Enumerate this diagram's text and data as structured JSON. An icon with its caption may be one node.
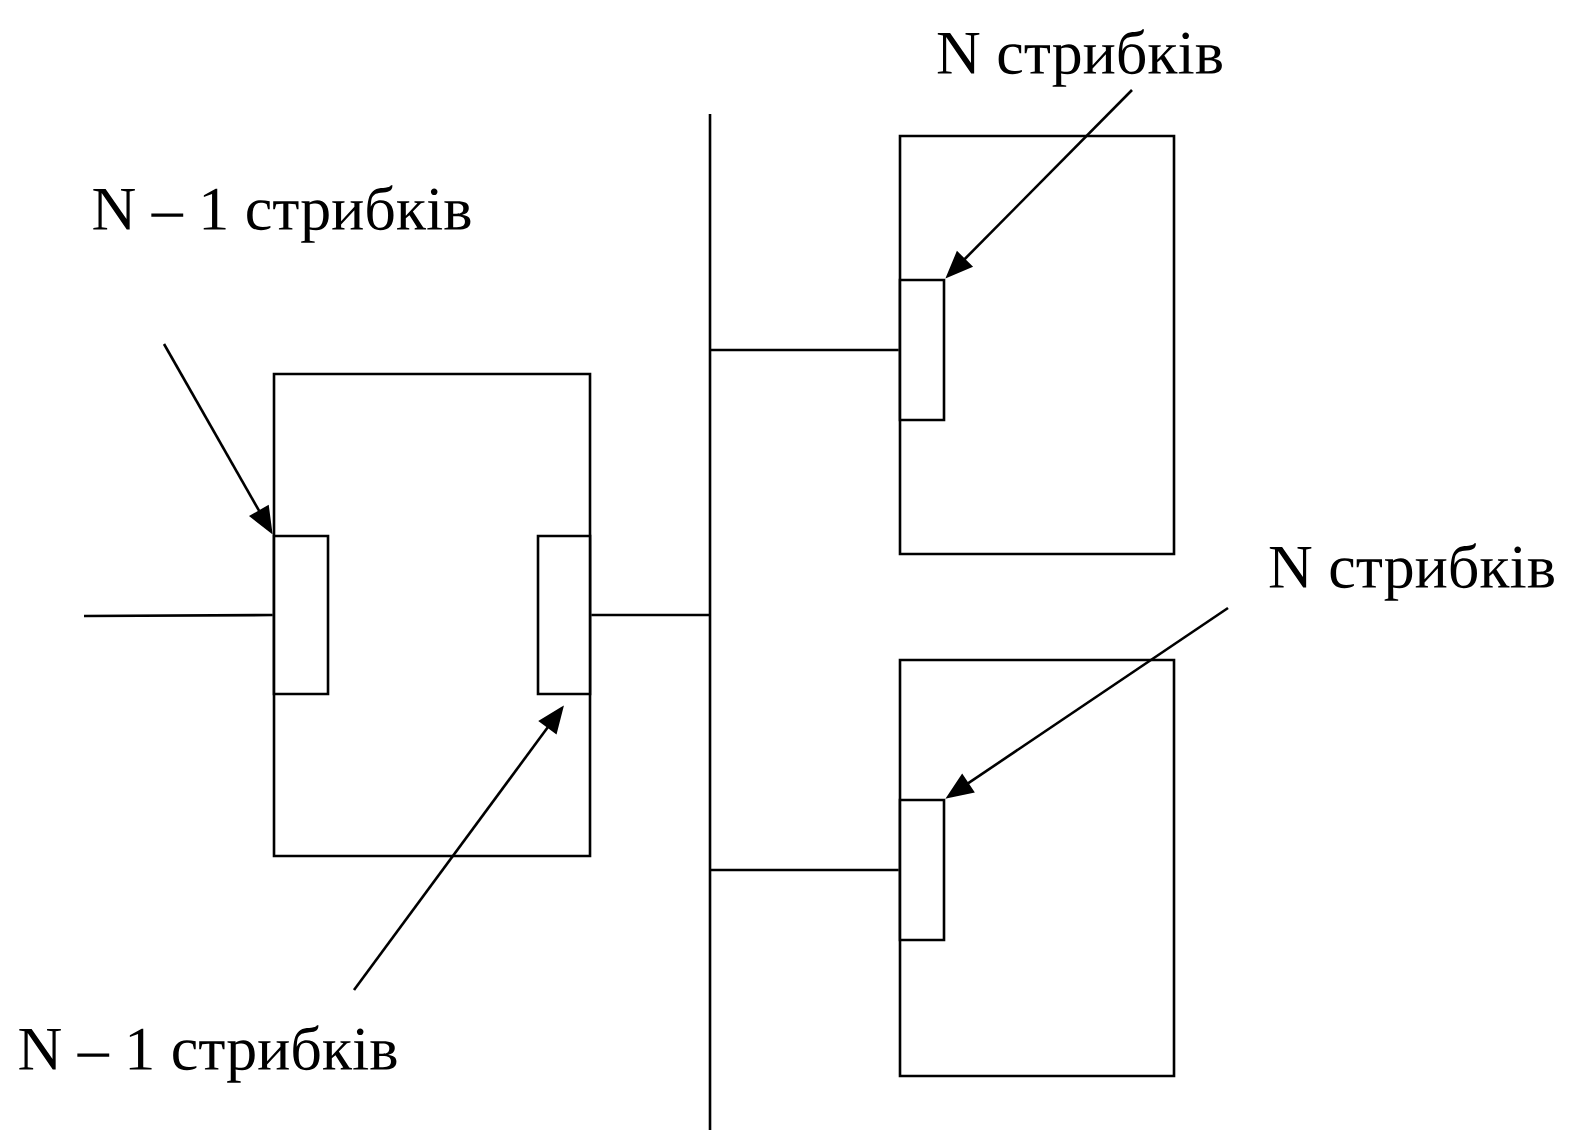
{
  "diagram": {
    "nodes": [
      {
        "text": [
          "N – 1 стрибків"
        ]
      },
      {
        "text": [],
        "shape": "box"
      },
      {
        "text": [],
        "shape": "box",
        "in": 1
      },
      {
        "text": [],
        "shape": "box",
        "in": 1
      },
      {
        "text": [
          "N стрибків"
        ]
      },
      {
        "text": [],
        "shape": "box"
      },
      {
        "text": [],
        "shape": "box",
        "in": 5
      },
      {
        "text": [
          "N стрибків"
        ]
      },
      {
        "text": [],
        "shape": "box"
      },
      {
        "text": [],
        "shape": "box",
        "in": 8
      },
      {
        "text": [],
        "shape": "bar"
      },
      {
        "text": [
          "N – 1 стрибків"
        ]
      }
    ],
    "edges": [
      {
        "from": null,
        "to": 2,
        "arrow": "none"
      },
      {
        "from": 3,
        "to": 10,
        "arrow": "none"
      },
      {
        "from": 10,
        "to": 6,
        "arrow": "none"
      },
      {
        "from": 10,
        "to": 9,
        "arrow": "none"
      },
      {
        "from": 0,
        "to": 2,
        "arrow": "to"
      },
      {
        "from": 11,
        "to": 3,
        "arrow": "to"
      },
      {
        "from": 4,
        "to": 6,
        "arrow": "to"
      },
      {
        "from": 7,
        "to": 9,
        "arrow": "to"
      }
    ]
  }
}
